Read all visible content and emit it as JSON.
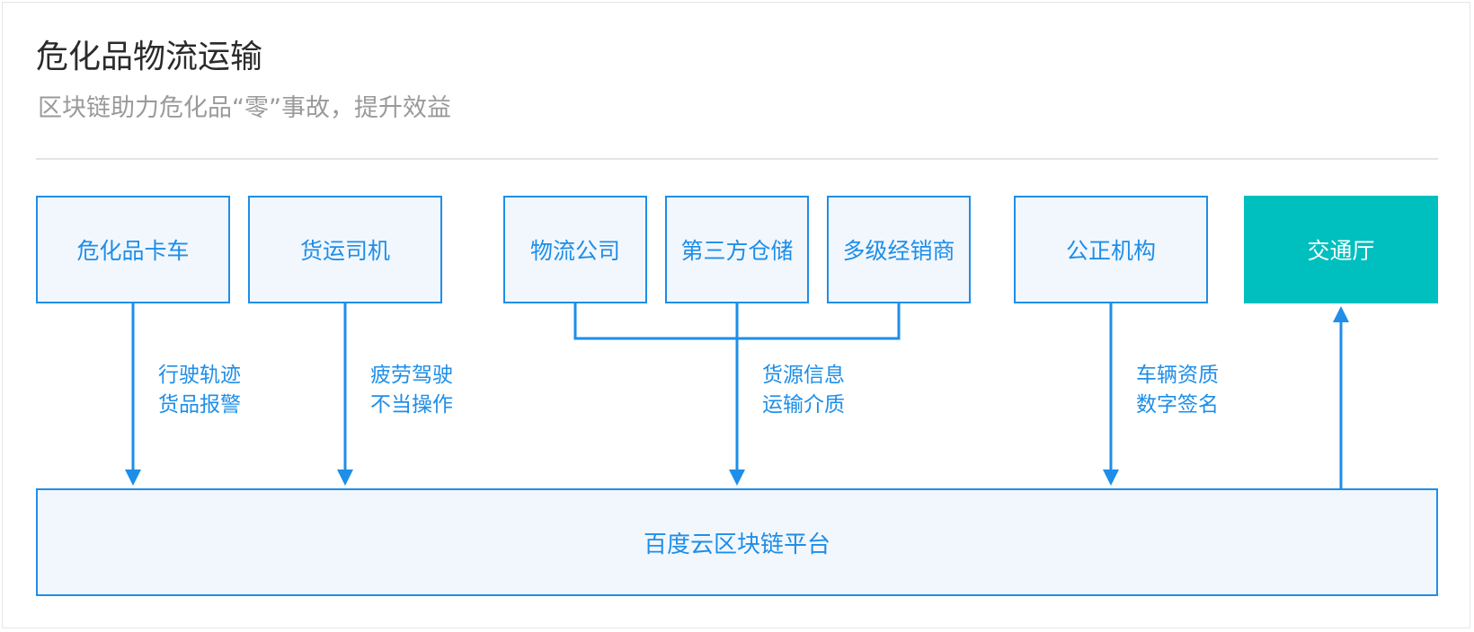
{
  "header": {
    "title": "危化品物流运输",
    "subtitle": "区块链助力危化品“零”事故，提升效益"
  },
  "nodes": {
    "truck": "危化品卡车",
    "driver": "货运司机",
    "logistics": "物流公司",
    "warehouse": "第三方仓储",
    "dealer": "多级经销商",
    "notary": "公正机构",
    "transport_dept": "交通厅",
    "platform": "百度云区块链平台"
  },
  "edges": {
    "truck": [
      "行驶轨迹",
      "货品报警"
    ],
    "driver": [
      "疲劳驾驶",
      "不当操作"
    ],
    "logistics": [
      "货源信息",
      "运输介质"
    ],
    "notary": [
      "车辆资质",
      "数字签名"
    ]
  },
  "colors": {
    "primary": "#1e8ee8",
    "box_fill": "#f2f7fd",
    "accent": "#00bfbf",
    "title": "#2b2b2b",
    "subtitle": "#9a9a9a"
  }
}
